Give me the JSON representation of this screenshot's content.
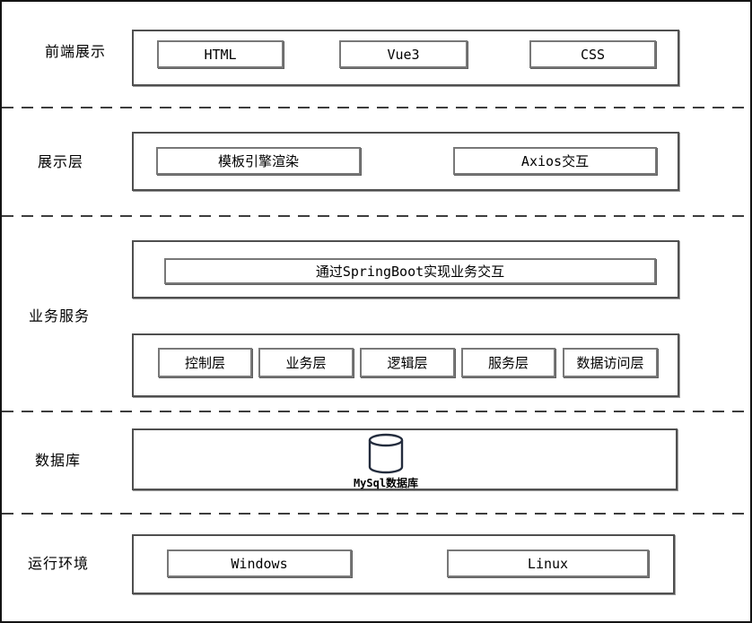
{
  "colors": {
    "background": "#ffffff",
    "outer_border": "#141414",
    "container_border": "#4f4f4f",
    "box_border": "#787878",
    "separator": "#3d3d3d",
    "text": "#000000",
    "database_icon_stroke": "#232c3d"
  },
  "layers": {
    "frontend": {
      "label": "前端展示",
      "boxes": [
        "HTML",
        "Vue3",
        "CSS"
      ]
    },
    "presentation": {
      "label": "展示层",
      "boxes": [
        "模板引擎渲染",
        "Axios交互"
      ]
    },
    "business": {
      "label": "业务服务",
      "banner": "通过SpringBoot实现业务交互",
      "boxes": [
        "控制层",
        "业务层",
        "逻辑层",
        "服务层",
        "数据访问层"
      ]
    },
    "database": {
      "label": "数据库",
      "db_name": "MySql数据库"
    },
    "runtime": {
      "label": "运行环境",
      "boxes": [
        "Windows",
        "Linux"
      ]
    }
  }
}
